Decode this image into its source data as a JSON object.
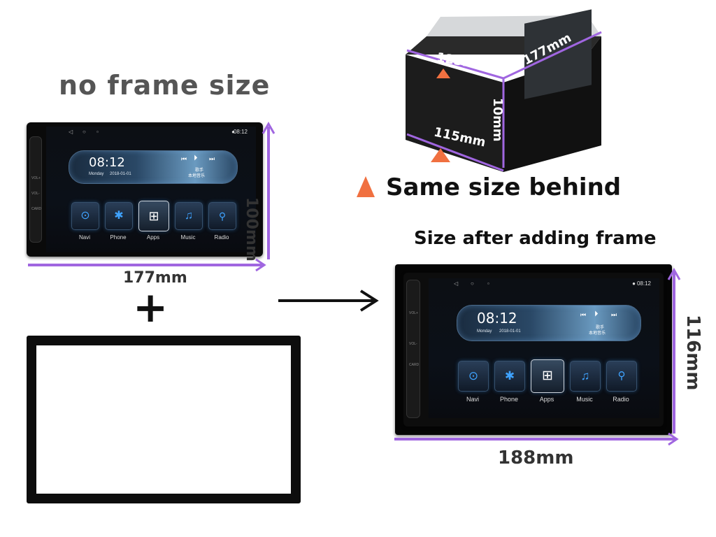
{
  "title_no_frame": "no frame size",
  "dims": {
    "width_no_frame": "177mm",
    "height_no_frame": "100mm",
    "chassis_depth": "177mm",
    "chassis_width_top": "123mm",
    "chassis_width_bottom": "115mm",
    "chassis_height": "10mm",
    "width_frame": "188mm",
    "height_frame": "116mm"
  },
  "same_size_label": "Same size behind",
  "after_frame_title": "Size after adding frame",
  "plus_symbol": "+",
  "screen": {
    "time_small": "08:12",
    "clock": "08:12",
    "date_day": "Monday",
    "date": "2018-01-01",
    "song_artist": "歌手",
    "song_title": "本地音乐",
    "apps": [
      {
        "label": "Navi",
        "icon": "map-pin-icon"
      },
      {
        "label": "Phone",
        "icon": "bluetooth-icon"
      },
      {
        "label": "Apps",
        "icon": "apps-grid-icon"
      },
      {
        "label": "Music",
        "icon": "music-note-icon"
      },
      {
        "label": "Radio",
        "icon": "radio-tower-icon"
      }
    ],
    "side_labels": {
      "vol_up": "VOL+",
      "vol_down": "VOL-",
      "card": "CARD"
    }
  },
  "colors": {
    "dimension_line": "#a066e0",
    "triangle_marker": "#f07040"
  }
}
